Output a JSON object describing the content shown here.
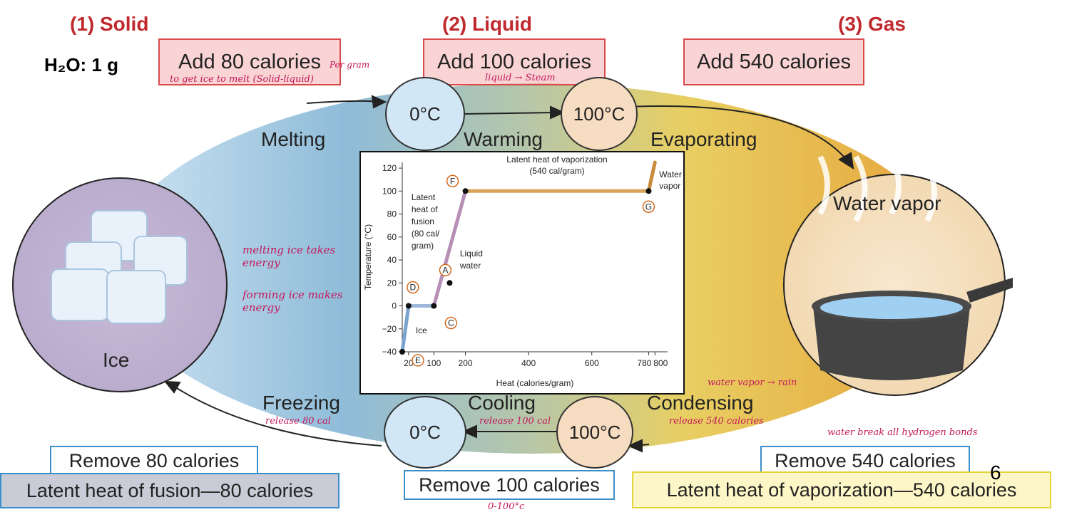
{
  "phases": {
    "solid": "(1) Solid",
    "liquid": "(2) Liquid",
    "gas": "(3) Gas"
  },
  "h2o_label": "H₂O: 1 g",
  "add_boxes": {
    "solid": "Add 80 calories",
    "liquid": "Add 100 calories",
    "gas": "Add 540 calories"
  },
  "temps": {
    "top_left": "0°C",
    "top_right": "100°C",
    "bottom_left": "0°C",
    "bottom_right": "100°C"
  },
  "cycle_labels": {
    "melting": "Melting",
    "warming": "Warming",
    "evaporating": "Evaporating",
    "freezing": "Freezing",
    "cooling": "Cooling",
    "condensing": "Condensing",
    "ice": "Ice",
    "water_vapor": "Water vapor"
  },
  "remove_boxes": {
    "fusion": "Remove 80 calories",
    "cooling": "Remove 100 calories",
    "vapor": "Remove 540 calories"
  },
  "latent_boxes": {
    "fusion": "Latent heat of fusion—80 calories",
    "vaporization": "Latent heat of vaporization—540 calories"
  },
  "page_number": "6",
  "handwriting": {
    "per_gram": "Per gram",
    "ice_melt": "to get ice to melt (Solid-liquid)",
    "liquid_steam": "liquid → Steam",
    "melting_takes": "melting ice takes energy",
    "forming_makes": "forming ice makes energy",
    "release_80": "release 80 cal",
    "release_100": "release 100 cal",
    "release_540": "release 540 calories",
    "vapor_rain": "water vapor → rain",
    "break_bonds": "water break all hydrogen bonds",
    "range": "0-100°c"
  },
  "chart_data": {
    "type": "line",
    "xlabel": "Heat (calories/gram)",
    "ylabel": "Temperature (°C)",
    "xlim": [
      0,
      840
    ],
    "ylim": [
      -40,
      125
    ],
    "x_ticks": [
      "20",
      "100",
      "200",
      "400",
      "600",
      "780",
      "800"
    ],
    "x_tick_values": [
      20,
      100,
      200,
      400,
      600,
      780,
      800
    ],
    "y_ticks": [
      "120",
      "100",
      "80",
      "60",
      "40",
      "20",
      "0",
      "−20",
      "−40"
    ],
    "y_tick_values": [
      120,
      100,
      80,
      60,
      40,
      20,
      0,
      -20,
      -40
    ],
    "series": [
      {
        "x": [
          0,
          20,
          100,
          200,
          780,
          800
        ],
        "y": [
          -40,
          0,
          0,
          100,
          100,
          125
        ]
      }
    ],
    "points": [
      {
        "label": "E",
        "x": 0,
        "y": -40
      },
      {
        "label": "D",
        "x": 20,
        "y": 0
      },
      {
        "label": "C",
        "x": 100,
        "y": 0
      },
      {
        "label": "A",
        "x": 150,
        "y": 20
      },
      {
        "label": "F",
        "x": 200,
        "y": 100
      },
      {
        "label": "G",
        "x": 780,
        "y": 100
      }
    ],
    "annotations": {
      "vaporization": [
        "Latent heat of vaporization",
        "(540 cal/gram)"
      ],
      "fusion": [
        "Latent",
        "heat of",
        "fusion",
        "(80 cal/",
        "gram)"
      ],
      "liquid": [
        "Liquid",
        "water"
      ],
      "vapor": [
        "Water",
        "vapor"
      ],
      "ice": "Ice"
    }
  }
}
